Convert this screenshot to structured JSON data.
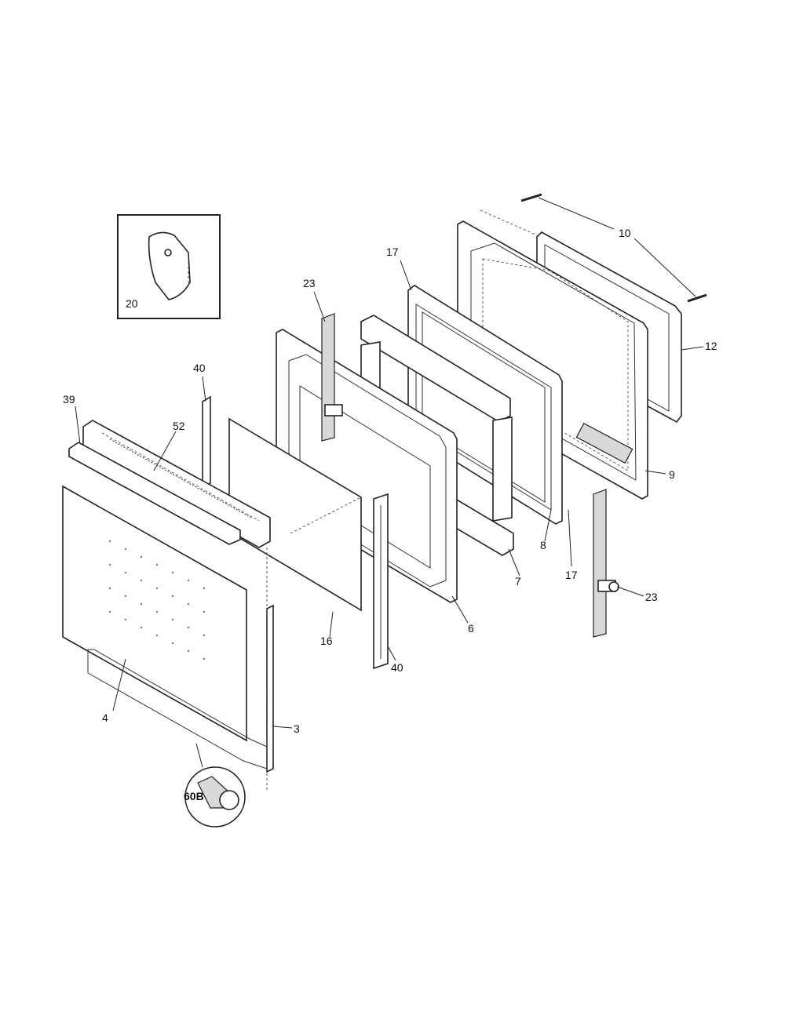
{
  "callouts": {
    "c3": "3",
    "c4": "4",
    "c6": "6",
    "c7": "7",
    "c8": "8",
    "c9": "9",
    "c10": "10",
    "c12": "12",
    "c16": "16",
    "c17a": "17",
    "c17b": "17",
    "c20": "20",
    "c23a": "23",
    "c23b": "23",
    "c39": "39",
    "c40a": "40",
    "c40b": "40",
    "c52": "52",
    "c60b": "60B"
  }
}
